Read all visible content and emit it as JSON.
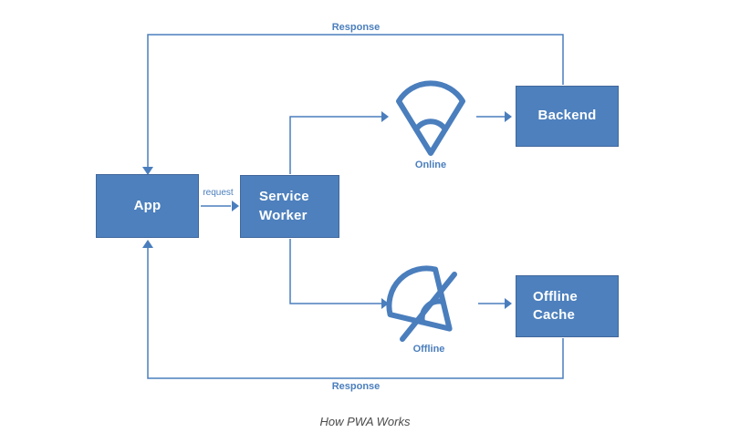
{
  "diagram": {
    "caption": "How PWA Works",
    "colors": {
      "accent": "#4d80bd",
      "line": "#4a7ebd",
      "node_text": "#ffffff",
      "caption_text": "#4a4a4a"
    },
    "nodes": {
      "app": {
        "label": "App"
      },
      "service_worker": {
        "label": "Service Worker"
      },
      "backend": {
        "label": "Backend"
      },
      "offline_cache": {
        "label": "Offline Cache"
      }
    },
    "edge_labels": {
      "request": "request",
      "response_top": "Response",
      "response_bottom": "Response"
    },
    "status_labels": {
      "online": "Online",
      "offline": "Offline"
    }
  }
}
